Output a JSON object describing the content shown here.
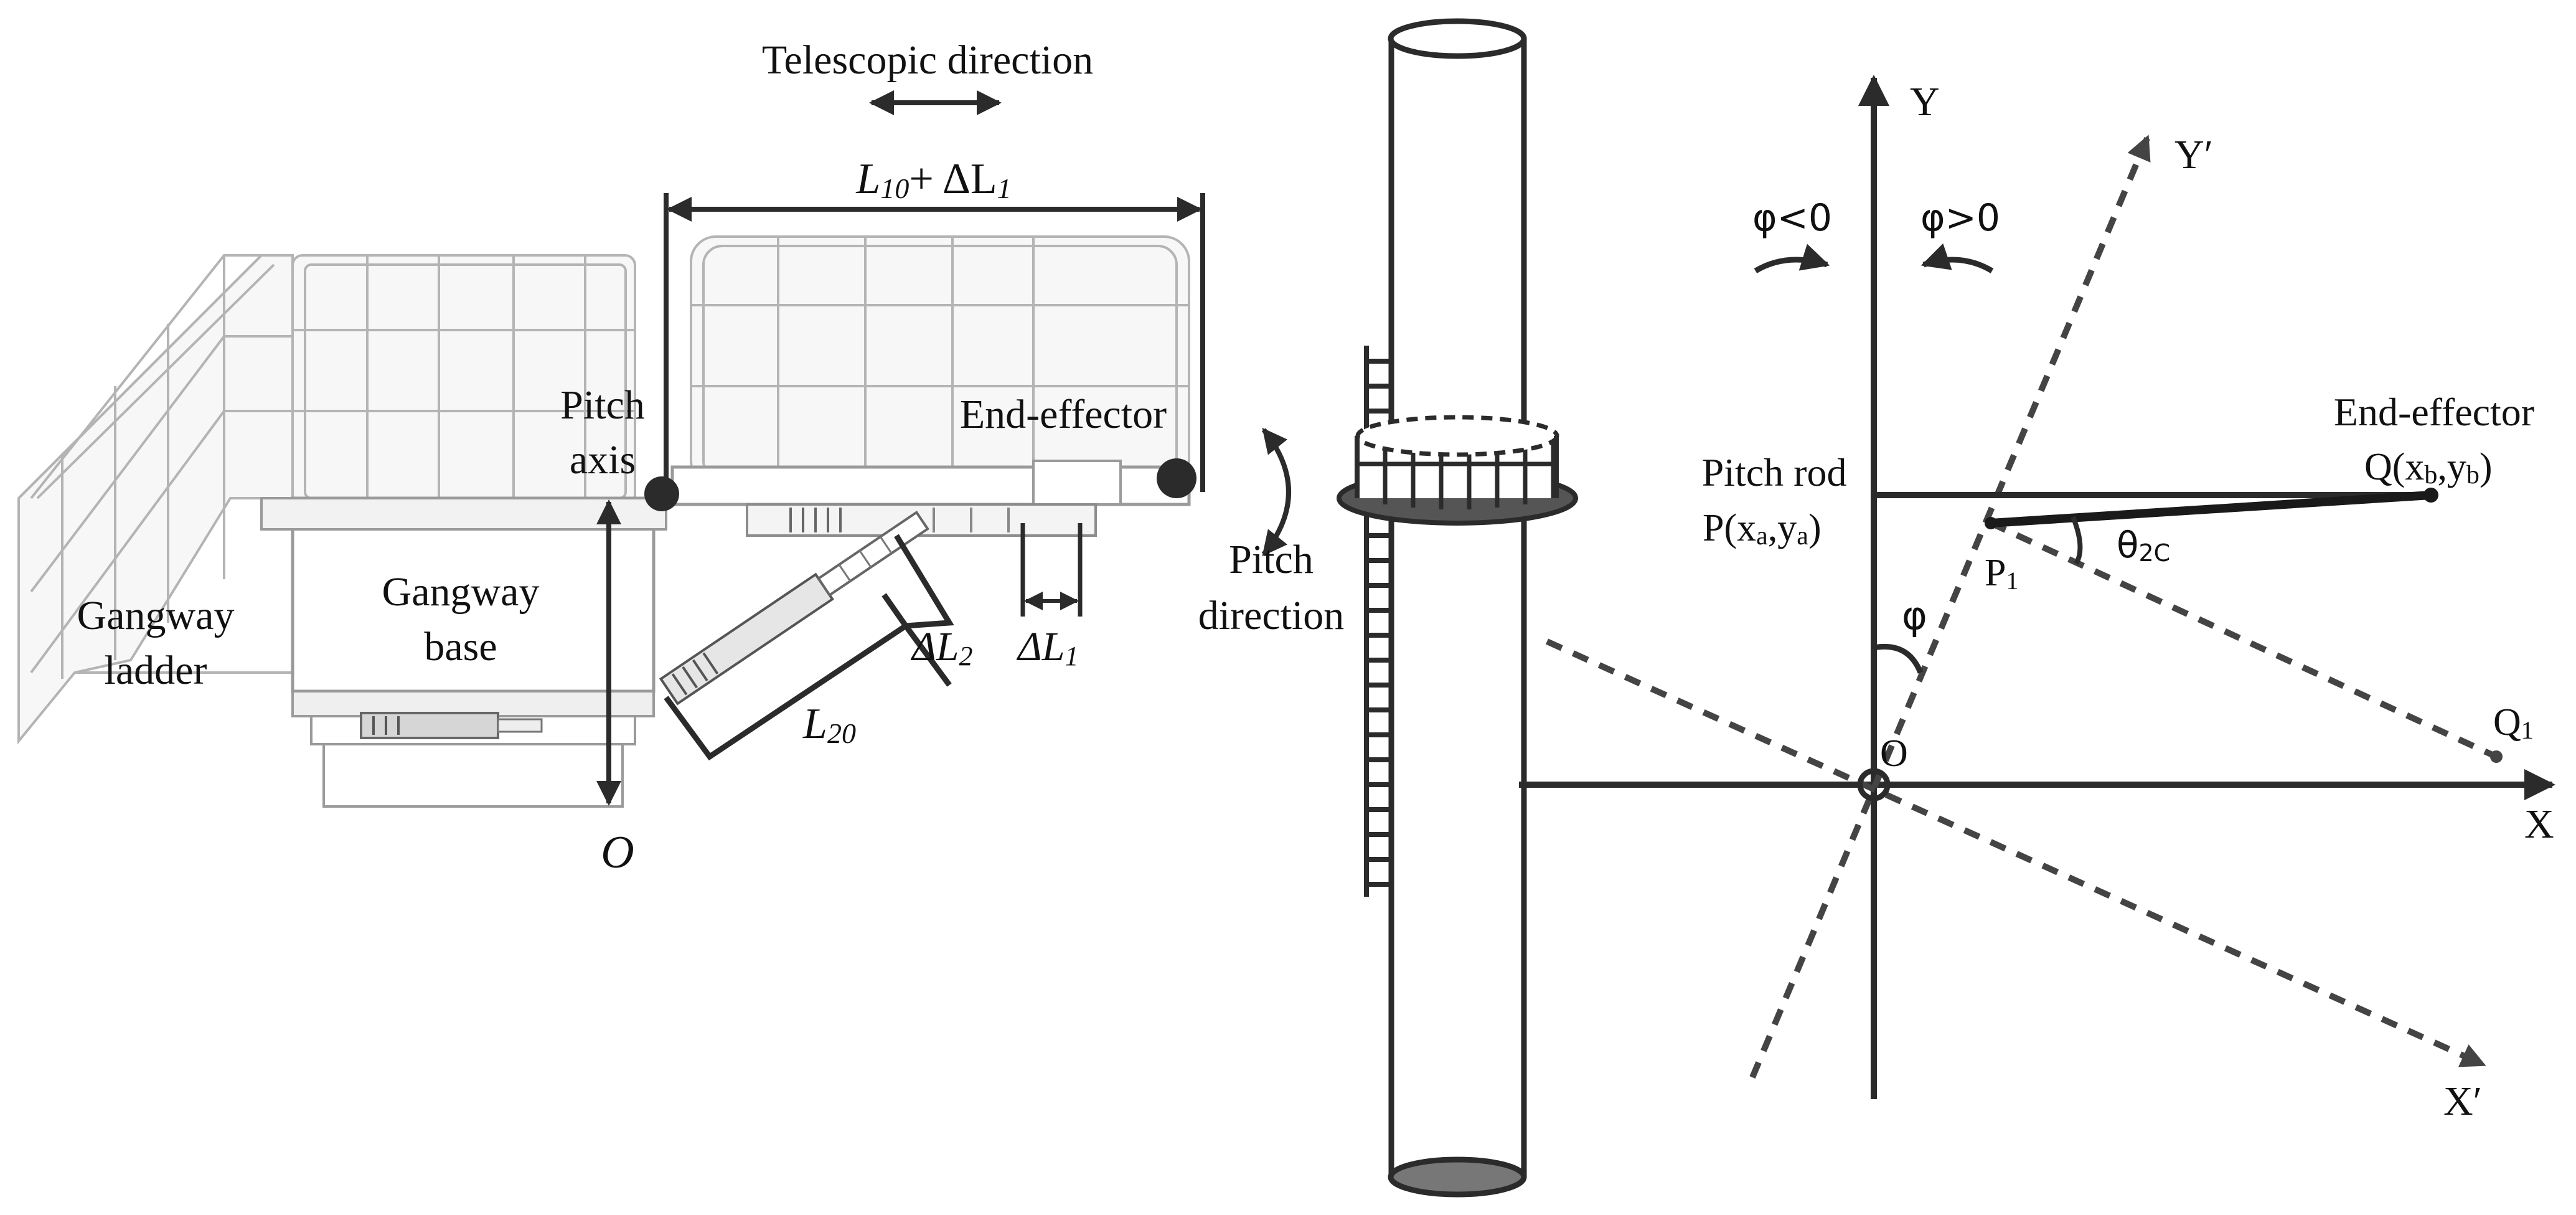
{
  "colors": {
    "line": "#2b2b2b",
    "rail": "#b4b4b4",
    "dashed": "#444444",
    "fill_dark": "#555555"
  },
  "left": {
    "telescopic_direction": "Telescopic direction",
    "L10": "L",
    "L10_sub": "10",
    "plus": "+",
    "delta_L1_top": "ΔL",
    "delta_L1_top_sub": "1",
    "pitch_axis_line1": "Pitch",
    "pitch_axis_line2": "axis",
    "end_effector": "End-effector",
    "gangway_ladder_line1": "Gangway",
    "gangway_ladder_line2": "ladder",
    "gangway_base_line1": "Gangway",
    "gangway_base_line2": "base",
    "delta_L2": "ΔL",
    "delta_L2_sub": "2",
    "delta_L1": "ΔL",
    "delta_L1_sub": "1",
    "L20": "L",
    "L20_sub": "20",
    "origin": "O",
    "pitch_direction_line1": "Pitch",
    "pitch_direction_line2": "direction"
  },
  "right": {
    "axis_y": "Y",
    "axis_y_prime": "Y′",
    "axis_x": "X",
    "axis_x_prime": "X′",
    "phi_neg": "φ<0",
    "phi_pos": "φ>0",
    "end_effector": "End-effector",
    "Q_label": "Q(x",
    "Q_sub_b1": "b",
    "Q_mid": ",y",
    "Q_sub_b2": "b",
    "Q_end": ")",
    "pitch_rod": "Pitch rod",
    "P_label": "P(x",
    "P_sub_a1": "a",
    "P_mid": ",y",
    "P_sub_a2": "a",
    "P_end": ")",
    "P1": "P",
    "P1_sub": "1",
    "theta": "θ",
    "theta_sub": "2C",
    "phi": "φ",
    "Q1": "Q",
    "Q1_sub": "1",
    "origin": "O"
  }
}
